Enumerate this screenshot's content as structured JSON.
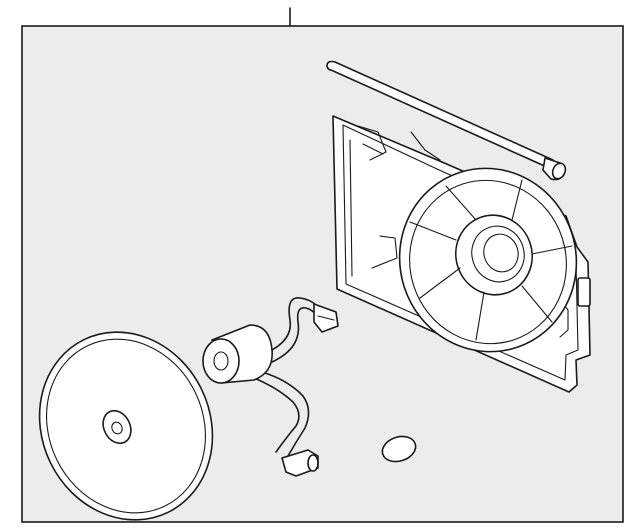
{
  "colors": {
    "panel_fill": "#ececec",
    "line": "#1a1a1a",
    "part_fill": "#ffffff"
  },
  "parts": [
    "callout-leader",
    "assembly-panel",
    "mounting-rod",
    "fan-shroud",
    "fan-motor",
    "wiring-harness",
    "fan-blade",
    "grommet"
  ]
}
